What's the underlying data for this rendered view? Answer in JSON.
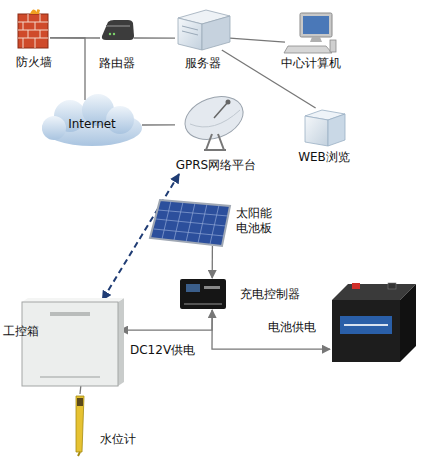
{
  "diagram": {
    "nodes": [
      {
        "text": [
          "防火墙"
        ]
      },
      {
        "text": [
          "路由器"
        ]
      },
      {
        "text": [
          "服务器"
        ]
      },
      {
        "text": [
          "中心计算机"
        ]
      },
      {
        "text": [
          "Internet"
        ]
      },
      {
        "text": [
          "GPRS网络平台"
        ]
      },
      {
        "text": [
          "WEB浏览"
        ]
      },
      {
        "text": [
          "太阳能 电池板"
        ]
      },
      {
        "text": [
          "充电控制器"
        ]
      },
      {
        "text": [
          "电池供电"
        ]
      },
      {
        "text": [
          "工控箱"
        ]
      },
      {
        "text": [
          "水位计"
        ]
      }
    ],
    "edges": [
      {
        "from": 0,
        "to": 1,
        "arrow": "none"
      },
      {
        "from": 1,
        "to": 2,
        "arrow": "none"
      },
      {
        "from": 2,
        "to": 3,
        "arrow": "none"
      },
      {
        "from": 0,
        "to": 4,
        "arrow": "none"
      },
      {
        "from": 4,
        "to": 5,
        "arrow": "none"
      },
      {
        "from": 2,
        "to": 6,
        "arrow": "none"
      },
      {
        "from": 5,
        "to": 10,
        "arrow": "both"
      },
      {
        "from": 7,
        "to": 8,
        "arrow": "to"
      },
      {
        "from": 8,
        "to": 10,
        "label": "DC12V供电",
        "arrow": "to"
      },
      {
        "from": 8,
        "to": 9,
        "arrow": "both"
      },
      {
        "from": 10,
        "to": 11,
        "arrow": "none"
      }
    ]
  }
}
